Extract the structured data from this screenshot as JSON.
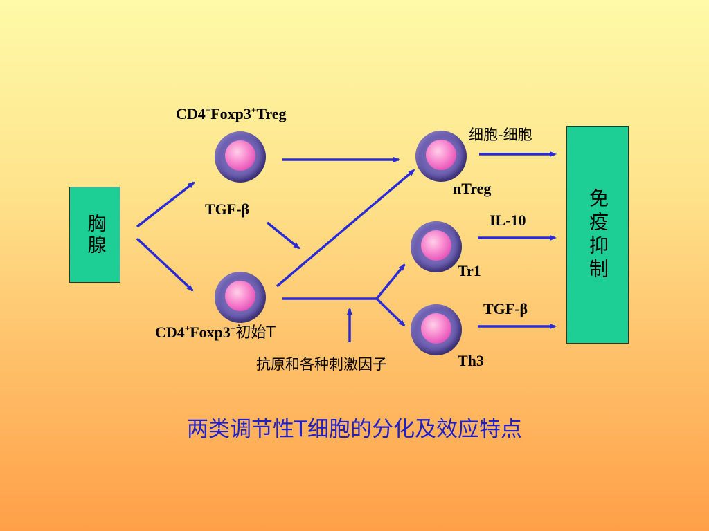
{
  "diagram": {
    "caption": "两类调节性T细胞的分化及效应特点",
    "colors": {
      "arrow": "#2a2ad6",
      "box_fill": "#1dcf95",
      "caption": "#1f1fcc",
      "cell_body": "#6c5fb0",
      "cell_nucleus": "#f98ad0"
    },
    "boxes": {
      "thymus": "胸腺",
      "immunosuppression": "免疫抑制"
    },
    "cells": {
      "treg_top": {
        "label_main": "CD4",
        "label_sup1": "+",
        "label_mid": "Foxp3",
        "label_sup2": "+",
        "label_end": "Treg"
      },
      "naive_bottom": {
        "label_main": "CD4",
        "label_sup1": "+",
        "label_mid": "Foxp3",
        "label_sup2": "+",
        "label_end": "初始T"
      },
      "ntreg": "nTreg",
      "tr1": "Tr1",
      "th3": "Th3"
    },
    "labels": {
      "tgf_beta_left": "TGF-β",
      "cell_cell": "细胞-细胞",
      "il10": "IL-10",
      "tgf_beta_right": "TGF-β",
      "antigen_stimuli": "抗原和各种刺激因子"
    }
  }
}
